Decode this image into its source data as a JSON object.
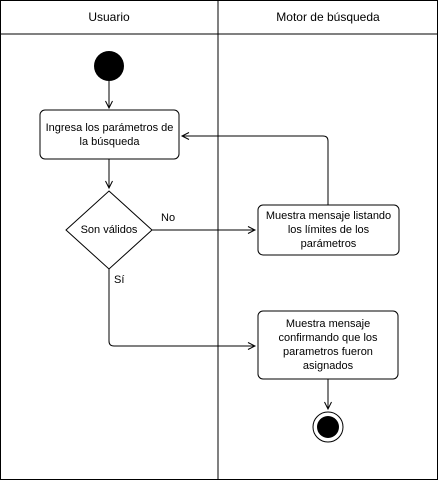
{
  "lanes": {
    "left": "Usuario",
    "right": "Motor de búsqueda"
  },
  "nodes": {
    "ingresa": "Ingresa los parámetros de la búsqueda",
    "decision": "Son válidos",
    "error": "Muestra mensaje listando los límites de los parámetros",
    "confirm": "Muestra mensaje confirmando que los parametros fueron asignados"
  },
  "edges": {
    "no": "No",
    "si": "Sí"
  }
}
